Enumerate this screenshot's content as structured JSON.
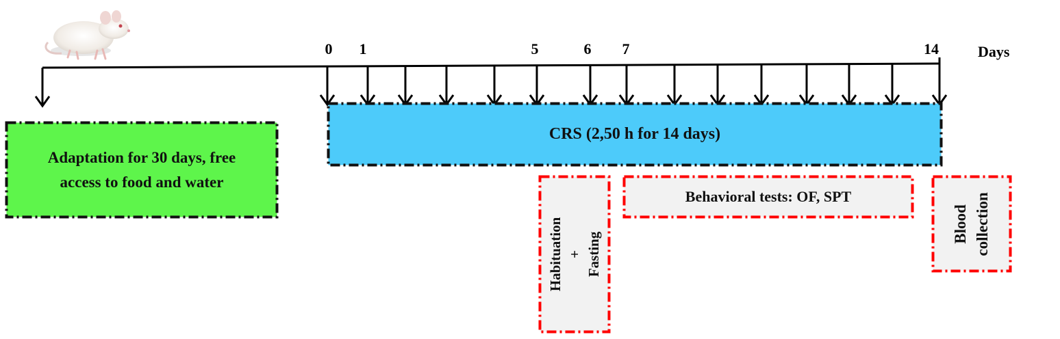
{
  "timeline": {
    "unit_label": "Days",
    "day_labels": [
      {
        "day": 0,
        "label": "0"
      },
      {
        "day": 1,
        "label": "1"
      },
      {
        "day": 5,
        "label": "5"
      },
      {
        "day": 6,
        "label": "6"
      },
      {
        "day": 7,
        "label": "7"
      },
      {
        "day": 14,
        "label": "14"
      }
    ],
    "arrow_count": 16,
    "line_color": "#000000"
  },
  "icons": {
    "animal": "rat-image"
  },
  "boxes": {
    "adaptation": {
      "lines": [
        "Adaptation for 30 days, free",
        "access to food and water"
      ],
      "fill": "#5ef54b",
      "border": "#000000"
    },
    "crs": {
      "label": "CRS (2,50 h for 14 days)",
      "fill": "#4dcbfa",
      "border": "#000000"
    },
    "habituation": {
      "lines": [
        "Habituation",
        "+",
        "Fasting"
      ],
      "fill": "#f2f2f2",
      "border": "#ff0000"
    },
    "behavioral": {
      "label": "Behavioral tests: OF, SPT",
      "fill": "#f2f2f2",
      "border": "#ff0000"
    },
    "blood": {
      "lines": [
        "Blood",
        "collection"
      ],
      "fill": "#f2f2f2",
      "border": "#ff0000"
    }
  }
}
